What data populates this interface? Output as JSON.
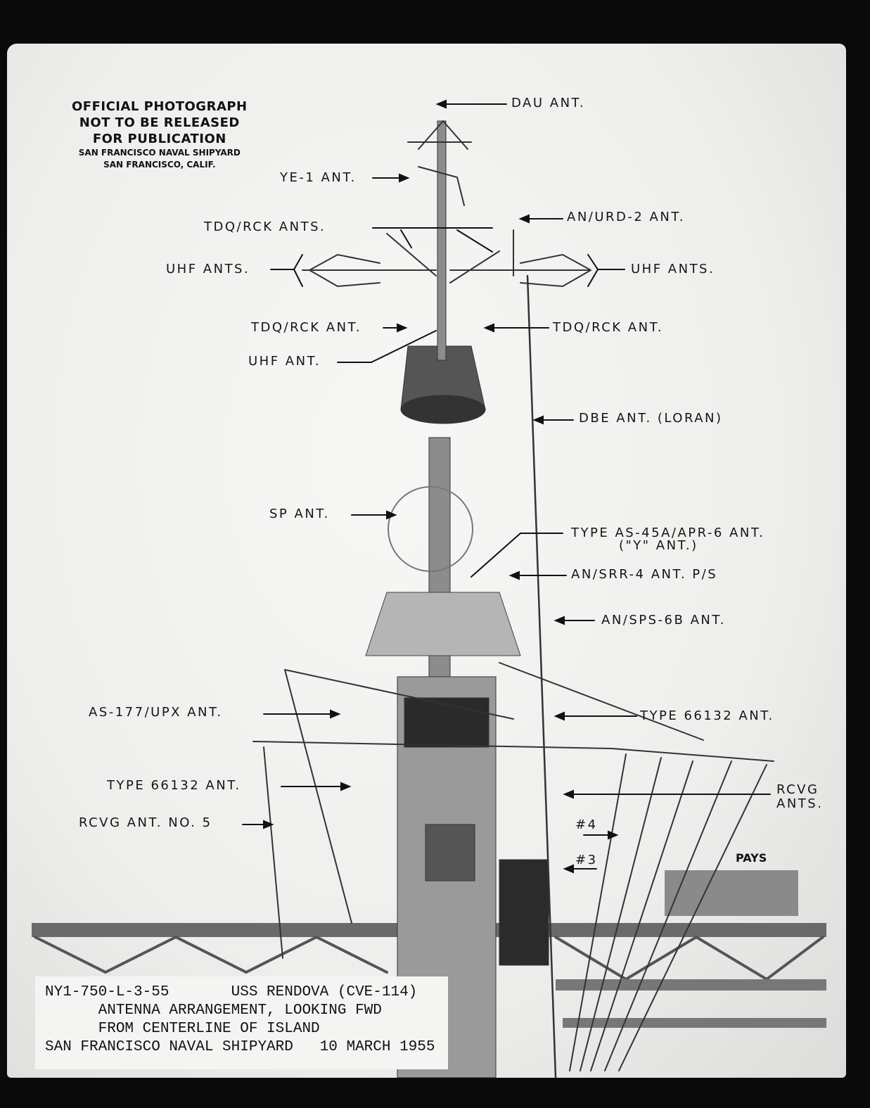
{
  "stamp": {
    "line1": "OFFICIAL PHOTOGRAPH",
    "line2": "NOT TO BE RELEASED",
    "line3": "FOR PUBLICATION",
    "line4": "SAN FRANCISCO NAVAL SHIPYARD",
    "line5": "SAN FRANCISCO, CALIF."
  },
  "labels": {
    "dau": "DAU ANT.",
    "ye1": "YE-1 ANT.",
    "urd2": "AN/URD-2 ANT.",
    "tdq_rck_ants": "TDQ/RCK ANTS.",
    "uhf_ants_left": "UHF ANTS.",
    "uhf_ants_right": "UHF ANTS.",
    "tdq_rck_left": "TDQ/RCK ANT.",
    "tdq_rck_right": "TDQ/RCK ANT.",
    "uhf_ant": "UHF ANT.",
    "dbe": "DBE ANT. (LORAN)",
    "sp": "SP ANT.",
    "as45a": "TYPE AS-45A/APR-6 ANT.",
    "y_ant": "(\"Y\" ANT.)",
    "srr4": "AN/SRR-4 ANT.  P/S",
    "sps6b": "AN/SPS-6B ANT.",
    "as177": "AS-177/UPX ANT.",
    "type66132_right": "TYPE 66132 ANT.",
    "type66132_left": "TYPE 66132 ANT.",
    "rcvg5": "RCVG ANT. NO. 5",
    "no4": "#4",
    "no3": "#3",
    "rcvg_ants_1": "RCVG",
    "rcvg_ants_2": "ANTS."
  },
  "sign": "PAYS",
  "caption": {
    "line1": "NY1-750-L-3-55       USS RENDOVA (CVE-114)",
    "line2": "      ANTENNA ARRANGEMENT, LOOKING FWD",
    "line3": "      FROM CENTERLINE OF ISLAND",
    "line4": "SAN FRANCISCO NAVAL SHIPYARD   10 MARCH 1955"
  }
}
